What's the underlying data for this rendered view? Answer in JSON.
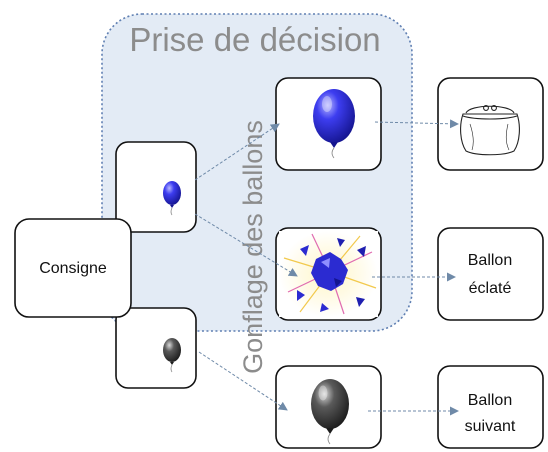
{
  "regions": {
    "decision_title": "Prise de décision",
    "inflation_label": "Gonflage des ballons"
  },
  "boxes": {
    "instruction": "Consigne",
    "burst_outcome_line1": "Ballon",
    "burst_outcome_line2": "éclaté",
    "next_outcome_line1": "Ballon",
    "next_outcome_line2": "suivant"
  },
  "icons": {
    "blue_balloon": "balloon-blue-icon",
    "grey_balloon": "balloon-grey-icon",
    "burst_balloon": "balloon-burst-icon",
    "purse": "purse-icon"
  },
  "colors": {
    "decision_region_fill": "#e3ebf5",
    "decision_region_border": "#5f7fb2",
    "balloon_blue": "#2525d6",
    "balloon_grey": "#4a4a4a",
    "arrow": "#6f8aa8"
  }
}
